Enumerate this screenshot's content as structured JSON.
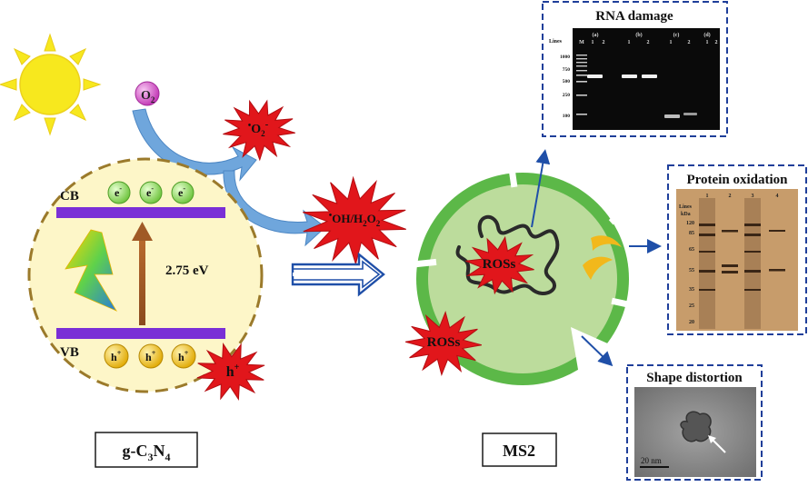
{
  "catalyst": {
    "cb_label": "CB",
    "vb_label": "VB",
    "band_gap": "2.75 eV",
    "electron": "e",
    "electron_sup": "-",
    "hole": "h",
    "hole_sup": "+",
    "name_main": "g-C",
    "name_sub1": "3",
    "name_mid": "N",
    "name_sub2": "4"
  },
  "species": {
    "oxygen_main": "O",
    "oxygen_sub": "2",
    "superoxide_pre": "•",
    "superoxide_main": "O",
    "superoxide_sub": "2",
    "superoxide_sup": "-",
    "hydroxyl_pre": "•",
    "hydroxyl_main": "OH/H",
    "hydroxyl_sub1": "2",
    "hydroxyl_mid": "O",
    "hydroxyl_sub2": "2",
    "hole_main": "h",
    "hole_sup": "+"
  },
  "virus": {
    "ros_inner": "ROSs",
    "ros_outer": "ROSs",
    "name": "MS2"
  },
  "panels": {
    "rna": {
      "title": "RNA damage",
      "lanes_header": "Lines",
      "group_labels": [
        "(a)",
        "(b)",
        "(c)",
        "(d)"
      ],
      "lane_nums": [
        "M",
        "1",
        "2",
        "1",
        "2",
        "1",
        "2",
        "1",
        "2"
      ],
      "ladder_marks": [
        "1000",
        "750",
        "500",
        "250",
        "100"
      ]
    },
    "protein": {
      "title": "Protein oxidation",
      "header_line1": "Lines",
      "header_line2": "kDa",
      "lane_nums": [
        "1",
        "2",
        "3",
        "4"
      ],
      "kda_marks": [
        "120",
        "85",
        "65",
        "55",
        "35",
        "25",
        "20"
      ]
    },
    "shape": {
      "title": "Shape distortion",
      "scale_label": "20 nm"
    }
  },
  "colors": {
    "band": "#7a2fd6",
    "circle_fill": "#fdf6c8",
    "circle_border": "#9b7a2b",
    "sun": "#f7e81e",
    "star": "#e1161b",
    "virus_outer": "#5cb848",
    "virus_inner": "#bcdc9c",
    "panel_border": "#1f3f9a",
    "arrow_blue": "#5b9bd5",
    "electron": "#8ed45a",
    "hole": "#f2c11b",
    "oxygen": "#d24fc8",
    "gel_dark": "#0a0a0a",
    "protein_gel": "#c79c6b",
    "tem": "#8c8c8c"
  }
}
